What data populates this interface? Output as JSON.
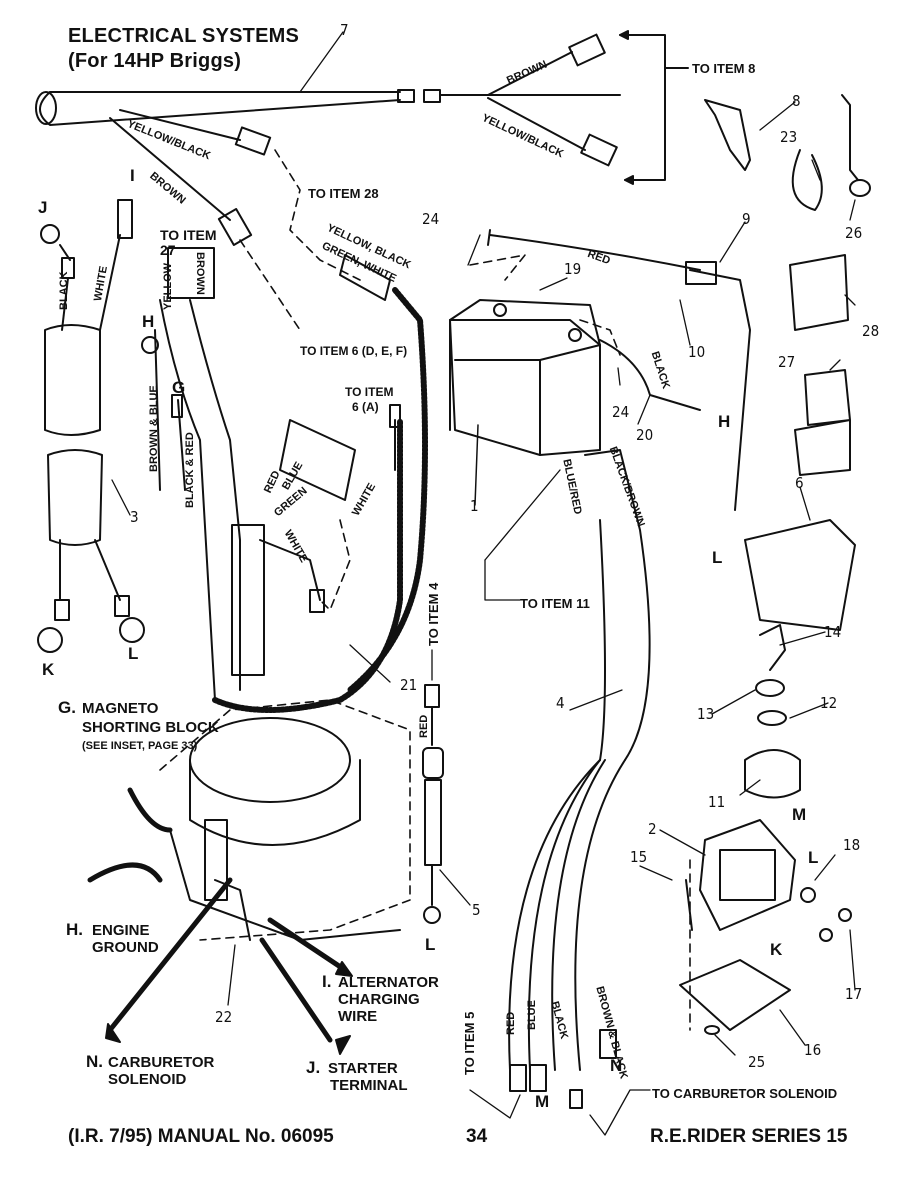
{
  "header": {
    "title_line1": "ELECTRICAL SYSTEMS",
    "title_line2": "(For 14HP Briggs)"
  },
  "footer": {
    "manual": "(I.R. 7/95) MANUAL No. 06095",
    "page": "34",
    "series": "R.E.RIDER SERIES 15"
  },
  "callouts": {
    "to_item_8": "TO ITEM 8",
    "to_item_28": "TO ITEM 28",
    "to_item_27": "TO ITEM 27",
    "to_item_6def": "TO ITEM 6 (D, E, F)",
    "to_item_6a_l1": "TO ITEM",
    "to_item_6a_l2": "6 (A)",
    "to_item_11": "TO ITEM 11",
    "to_item_4": "TO ITEM 4",
    "to_item_5": "TO ITEM 5",
    "to_carb": "TO CARBURETOR SOLENOID"
  },
  "wires": {
    "brown": "BROWN",
    "yellow_black": "YELLOW/BLACK",
    "yellow": "YELLOW",
    "white": "WHITE",
    "black": "BLACK",
    "red": "RED",
    "blue": "BLUE",
    "green": "GREEN",
    "brown_blue": "BROWN & BLUE",
    "black_red": "BLACK & RED",
    "yellow_black_green_white_l1": "YELLOW, BLACK",
    "yellow_black_green_white_l2": "GREEN, WHITE",
    "blue_red": "BLUE/RED",
    "black_brown": "BLACK/BROWN",
    "brown_black": "BROWN & BLACK"
  },
  "letters": {
    "J": "J",
    "I": "I",
    "H": "H",
    "G": "G",
    "K": "K",
    "L": "L",
    "M": "M",
    "N": "N"
  },
  "part_numbers": [
    "1",
    "2",
    "3",
    "4",
    "5",
    "6",
    "7",
    "8",
    "9",
    "10",
    "11",
    "12",
    "13",
    "14",
    "15",
    "16",
    "17",
    "18",
    "19",
    "20",
    "21",
    "22",
    "23",
    "24",
    "25",
    "26",
    "27",
    "28"
  ],
  "engine_labels": {
    "g_letter": "G.",
    "g_l1": "MAGNETO",
    "g_l2": "SHORTING BLOCK",
    "g_l3": "(SEE INSET, PAGE 33)",
    "h_letter": "H.",
    "h_l1": "ENGINE",
    "h_l2": "GROUND",
    "i_letter": "I.",
    "i_l1": "ALTERNATOR",
    "i_l2": "CHARGING",
    "i_l3": "WIRE",
    "j_letter": "J.",
    "j_l1": "STARTER",
    "j_l2": "TERMINAL",
    "n_letter": "N.",
    "n_l1": "CARBURETOR",
    "n_l2": "SOLENOID"
  }
}
